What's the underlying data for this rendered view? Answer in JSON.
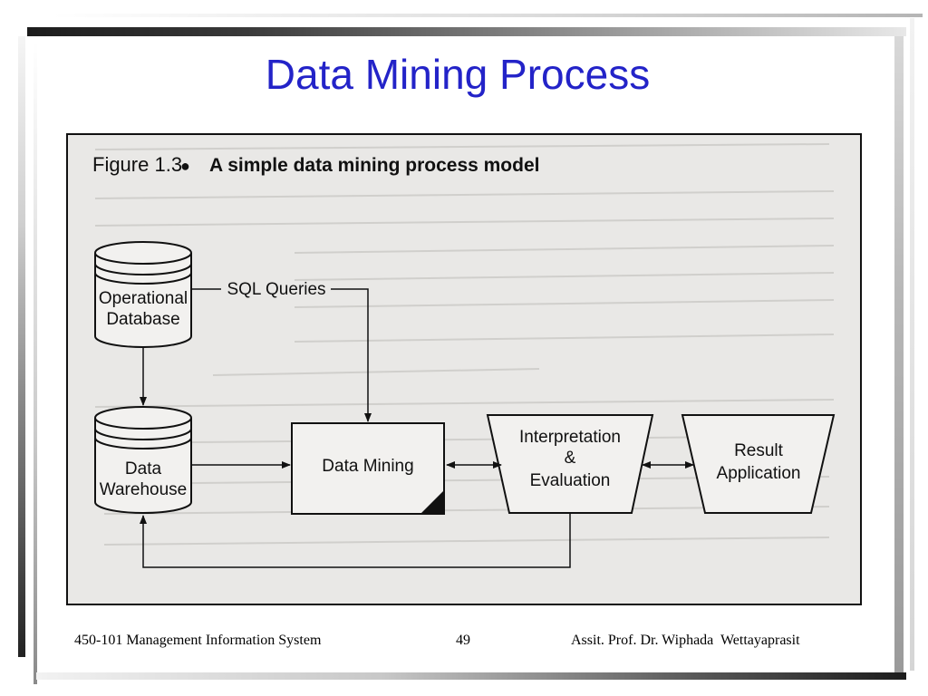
{
  "slide": {
    "title": "Data Mining Process",
    "footer": {
      "course": "450-101 Management Information System",
      "page_number": "49",
      "author": "Assit. Prof. Dr. Wiphada  Wettayaprasit"
    }
  },
  "figure": {
    "label": "Figure 1.3",
    "bullet": "●",
    "caption": "A simple data mining process model",
    "nodes": {
      "operational_db": [
        "Operational",
        "Database"
      ],
      "data_warehouse": [
        "Data",
        "Warehouse"
      ],
      "data_mining": "Data Mining",
      "interpretation": [
        "Interpretation",
        "&",
        "Evaluation"
      ],
      "result": [
        "Result",
        "Application"
      ]
    },
    "edge_labels": {
      "sql_queries": "SQL Queries"
    }
  }
}
